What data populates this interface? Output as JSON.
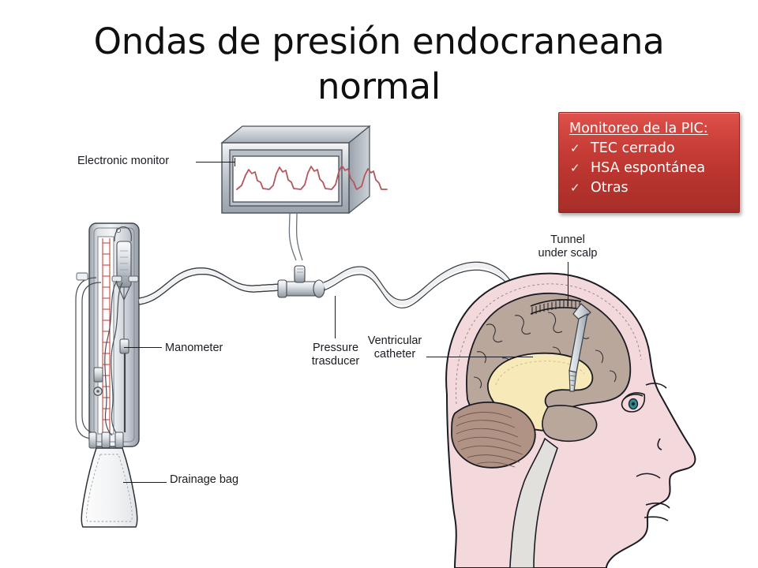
{
  "slide": {
    "title": "Ondas de presión endocraneana\nnormal",
    "background_color": "#ffffff"
  },
  "callout": {
    "title": "Monitoreo de la PIC:",
    "check_glyph": "✓",
    "colors": {
      "fill_top": "#e0524d",
      "fill_bottom": "#a32b27",
      "border": "#8e2521",
      "text": "#ffffff"
    },
    "items": [
      {
        "check": "✓",
        "label": "TEC cerrado"
      },
      {
        "check": "✓",
        "label": "HSA espontánea"
      },
      {
        "check": "✓",
        "label": "Otras"
      }
    ]
  },
  "diagram": {
    "labels": {
      "electronic_monitor": "Electronic monitor",
      "manometer": "Manometer",
      "pressure_transducer": "Pressure\ntrasducer",
      "ventricular_catheter": "Ventricular\ncatheter",
      "tunnel_under_scalp": "Tunnel\nunder scalp",
      "drainage_bag": "Drainage bag"
    },
    "colors": {
      "waveform": "#b4575f",
      "device_metal_light": "#f2f3f5",
      "device_metal_dark": "#8f949b",
      "tube_outline": "#3a3d42",
      "scalp": "#f4d9dc",
      "cortex": "#b9a79c",
      "ventricle": "#f7eab8",
      "cerebellum": "#b09384",
      "brainstem": "#e2e0dc",
      "manometer_scale": "#c8443f",
      "outline": "#1b1b23"
    },
    "waveform_peaks": 5
  }
}
